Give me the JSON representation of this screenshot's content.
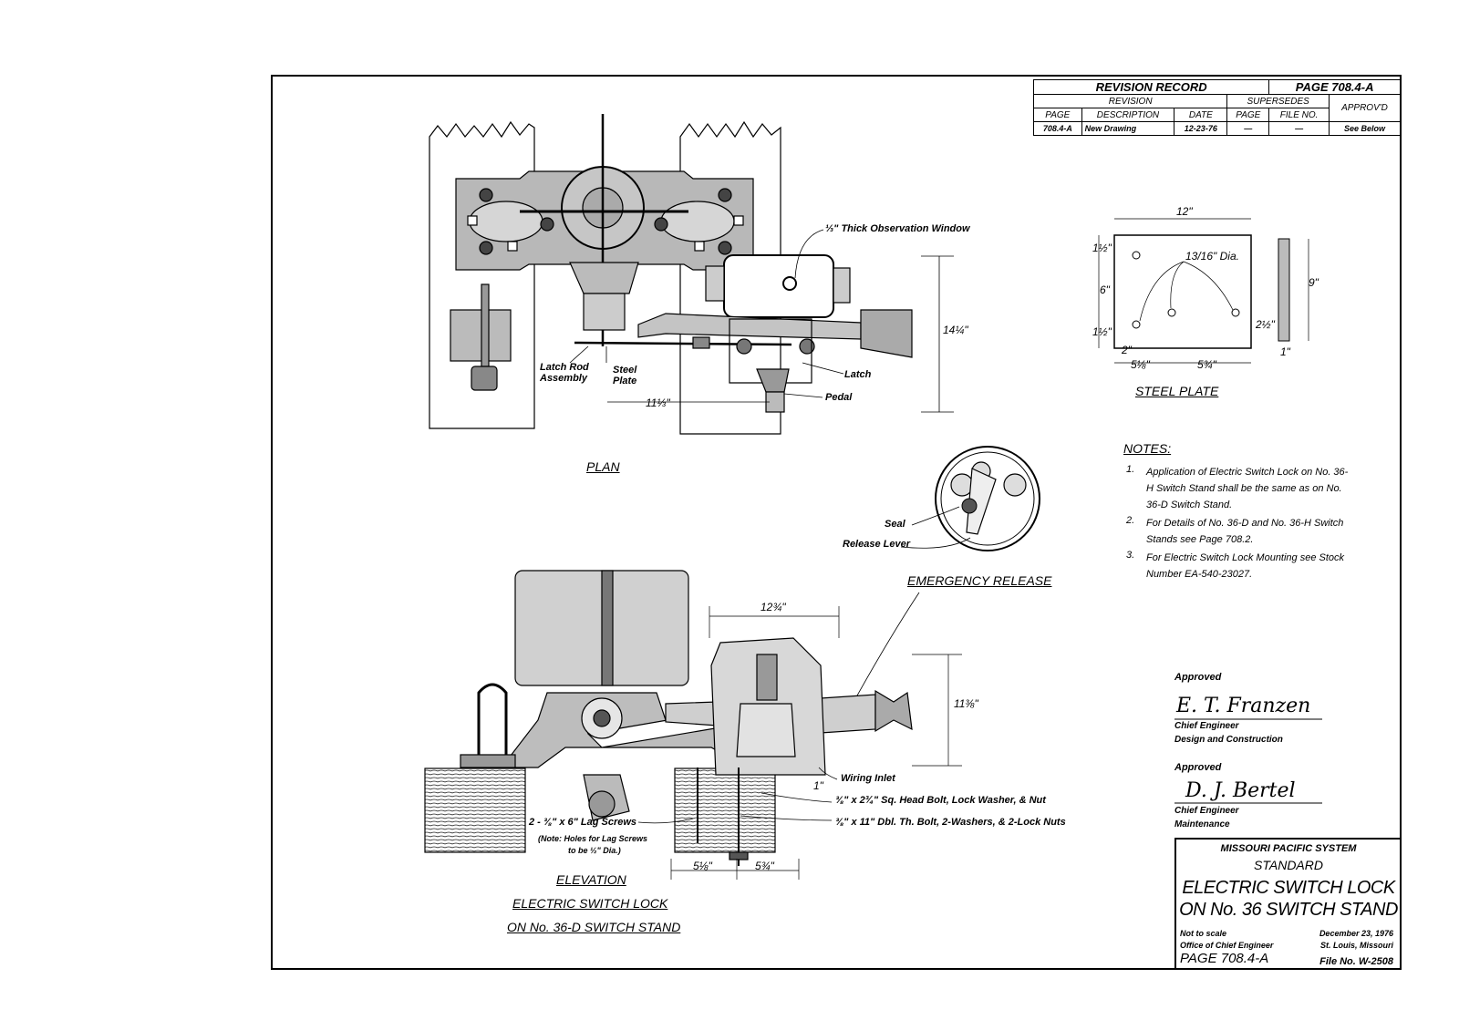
{
  "revision": {
    "header_title": "REVISION RECORD",
    "header_page": "PAGE 708.4-A",
    "col_revision": "REVISION",
    "col_supersedes": "SUPERSEDES",
    "col_approved": "APPROV'D",
    "col_page": "PAGE",
    "col_description": "DESCRIPTION",
    "col_date": "DATE",
    "col_sup_page": "PAGE",
    "col_file_no": "FILE NO.",
    "row": {
      "page": "708.4-A",
      "description": "New Drawing",
      "date": "12-23-76",
      "sup_page": "—",
      "file_no": "—",
      "approved": "See Below"
    }
  },
  "plan": {
    "title": "PLAN",
    "observation_window": "⅓\" Thick Observation Window",
    "latch_rod": "Latch Rod Assembly",
    "steel_plate": "Steel Plate",
    "latch": "Latch",
    "pedal": "Pedal",
    "dim_width": "11⅓\"",
    "dim_height": "14¼\""
  },
  "steel_plate": {
    "title": "STEEL PLATE",
    "dim_12": "12\"",
    "dim_dia": "13/16\" Dia.",
    "dim_1_5_top": "1½\"",
    "dim_6": "6\"",
    "dim_1_5_bot": "1½\"",
    "dim_9": "9\"",
    "dim_2_5": "2½\"",
    "dim_2": "2\"",
    "dim_5_1_8": "5⅛\"",
    "dim_5_3_4": "5¾\"",
    "dim_1": "1\""
  },
  "notes": {
    "title": "NOTES:",
    "n1_num": "1.",
    "n1": "Application of Electric Switch Lock on No. 36-H Switch Stand shall be the same as on No. 36-D Switch Stand.",
    "n2_num": "2.",
    "n2": "For Details of No. 36-D and No. 36-H Switch Stands see Page 708.2.",
    "n3_num": "3.",
    "n3": "For Electric Switch Lock Mounting see Stock Number EA-540-23027."
  },
  "emergency": {
    "title": "EMERGENCY RELEASE",
    "seal": "Seal",
    "release_lever": "Release Lever"
  },
  "elevation": {
    "title1": "ELEVATION",
    "title2": "ELECTRIC SWITCH LOCK",
    "title3": "ON No. 36-D SWITCH STAND",
    "dim_top": "12¾\"",
    "dim_right": "11⅜\"",
    "wiring_inlet": "Wiring Inlet",
    "dim_1": "1\"",
    "bolt1": "⅜\" x 2¾\" Sq. Head Bolt, Lock Washer, & Nut",
    "bolt2": "⅜\" x 11\" Dbl. Th. Bolt, 2-Washers, & 2-Lock Nuts",
    "lag_screws": "2 - ⅜\" x 6\" Lag Screws",
    "lag_note1": "(Note: Holes for Lag Screws",
    "lag_note2": "to be ½\" Dia.)",
    "dim_5_1_8": "5⅛\"",
    "dim_5_3_4": "5¾\""
  },
  "approvals": {
    "approved1": "Approved",
    "sig1": "E. T. Franzen",
    "role1a": "Chief Engineer",
    "role1b": "Design and Construction",
    "approved2": "Approved",
    "sig2": "D. J. Bertel",
    "role2a": "Chief Engineer",
    "role2b": "Maintenance"
  },
  "title_block": {
    "company": "MISSOURI PACIFIC SYSTEM",
    "standard": "STANDARD",
    "title1": "ELECTRIC SWITCH LOCK",
    "title2": "ON No. 36 SWITCH STAND",
    "scale": "Not to scale",
    "office": "Office of Chief Engineer",
    "date": "December 23, 1976",
    "location": "St. Louis, Missouri",
    "page": "PAGE 708.4-A",
    "file": "File No. W-2508"
  }
}
